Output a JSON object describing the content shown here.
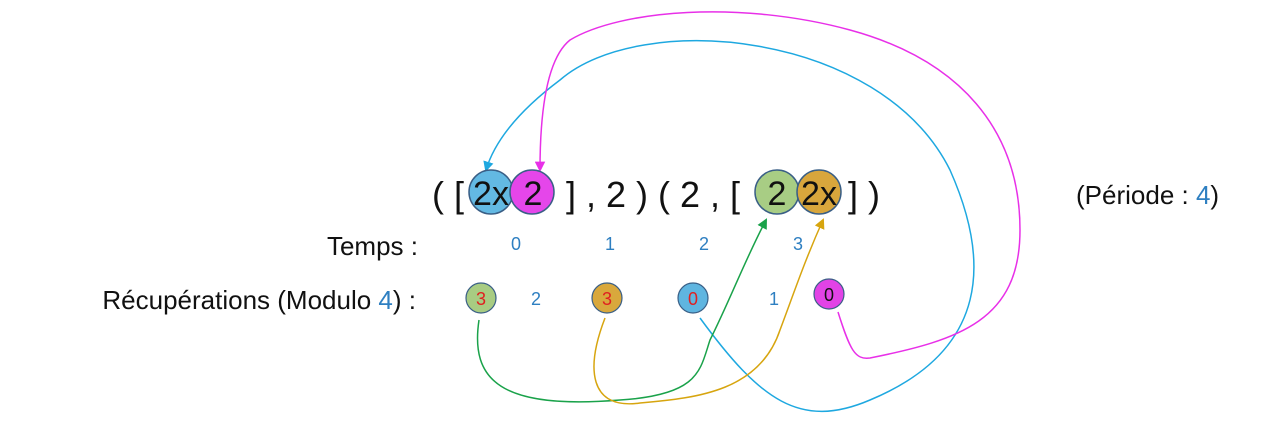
{
  "expression": {
    "open": "( [",
    "ball_a": "2x",
    "ball_b": "2",
    "middle": "] , 2 ) ( 2 , [",
    "ball_c": "2",
    "ball_d": "2x",
    "close": "] )"
  },
  "period": {
    "label": "(Période : ",
    "value": "4",
    "close": ")"
  },
  "time": {
    "label": "Temps :",
    "ticks": [
      "0",
      "1",
      "2",
      "3"
    ]
  },
  "recoveries": {
    "label": "Récupérations (Modulo ",
    "modulo": "4",
    "label_end": ") :",
    "items": [
      {
        "value": "3",
        "circled": true,
        "fill": "#a8cc82",
        "text_color": "#e02020"
      },
      {
        "value": "2",
        "circled": false,
        "text_color": "#2e7fc1"
      },
      {
        "value": "3",
        "circled": true,
        "fill": "#d9a83c",
        "text_color": "#e02020"
      },
      {
        "value": "0",
        "circled": true,
        "fill": "#5fb5e0",
        "text_color": "#e02020"
      },
      {
        "value": "1",
        "circled": false,
        "text_color": "#2e7fc1"
      },
      {
        "value": "0",
        "circled": true,
        "fill": "#e243e6",
        "text_color": "#111111"
      }
    ]
  },
  "colors": {
    "blue_ball": "#63b9e3",
    "magenta_ball": "#e546ea",
    "green_ball": "#a8cd84",
    "gold_ball": "#d8a63c",
    "ball_stroke": "#3a5f86",
    "accent_blue": "#2e7fc1",
    "arrow_blue": "#1ea8e0",
    "arrow_magenta": "#e830e8",
    "arrow_green": "#1aa24a",
    "arrow_gold": "#d7a50f"
  }
}
